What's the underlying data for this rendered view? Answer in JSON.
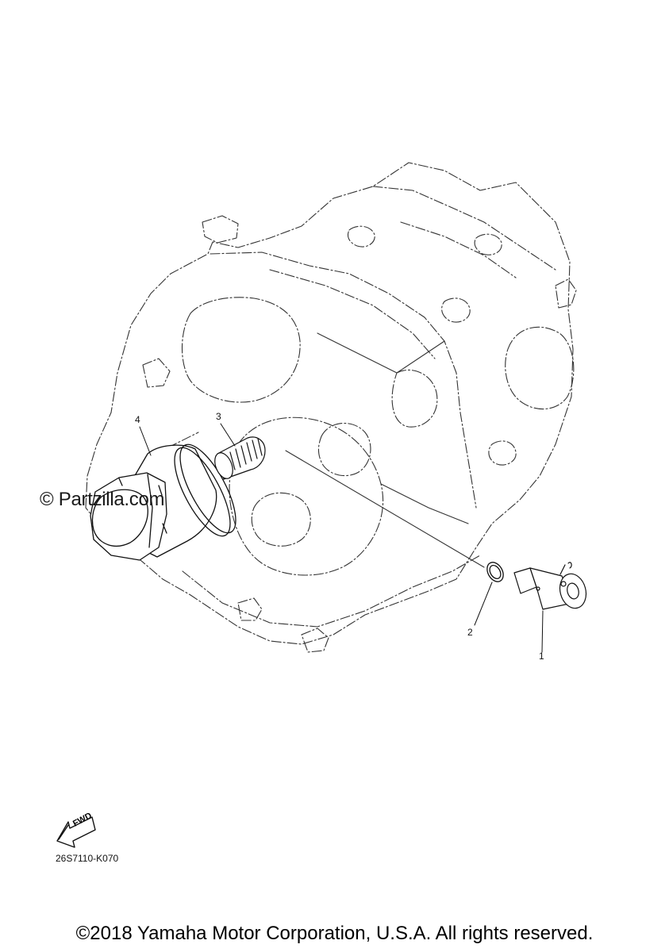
{
  "watermark": "© Partzilla.com",
  "callouts": {
    "p1": "1",
    "p2": "2",
    "p3": "3",
    "p4": "4"
  },
  "fwd_label": "FWD",
  "diagram_code": "26S7110-K070",
  "copyright": "©2018 Yamaha Motor Corporation, U.S.A. All rights reserved."
}
